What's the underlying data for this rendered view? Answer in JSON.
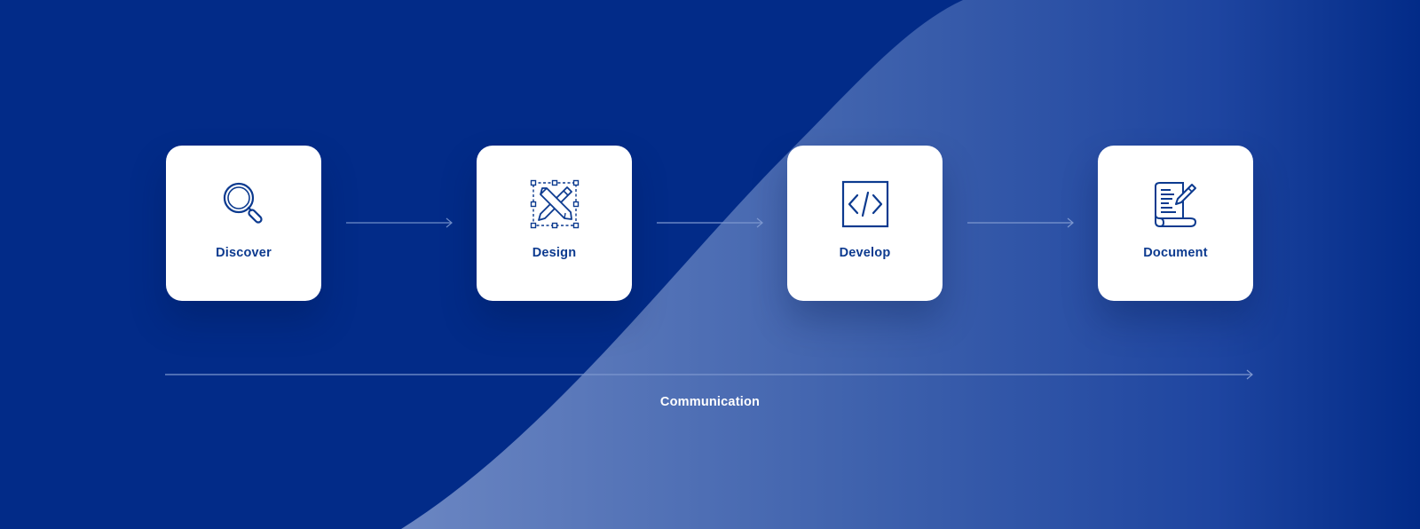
{
  "diagram": {
    "steps": [
      {
        "label": "Discover",
        "icon": "magnifier-icon"
      },
      {
        "label": "Design",
        "icon": "design-tools-icon"
      },
      {
        "label": "Develop",
        "icon": "code-icon"
      },
      {
        "label": "Document",
        "icon": "document-icon"
      }
    ],
    "connectors": [
      "arrow",
      "arrow",
      "arrow"
    ],
    "timeline_label": "Communication"
  },
  "colors": {
    "background": "#022b88",
    "highlight": "#5a78b8",
    "card": "#ffffff",
    "icon": "#0c3a8f",
    "arrow": "#6f8cc8",
    "label_on_bg": "#ffffff"
  }
}
